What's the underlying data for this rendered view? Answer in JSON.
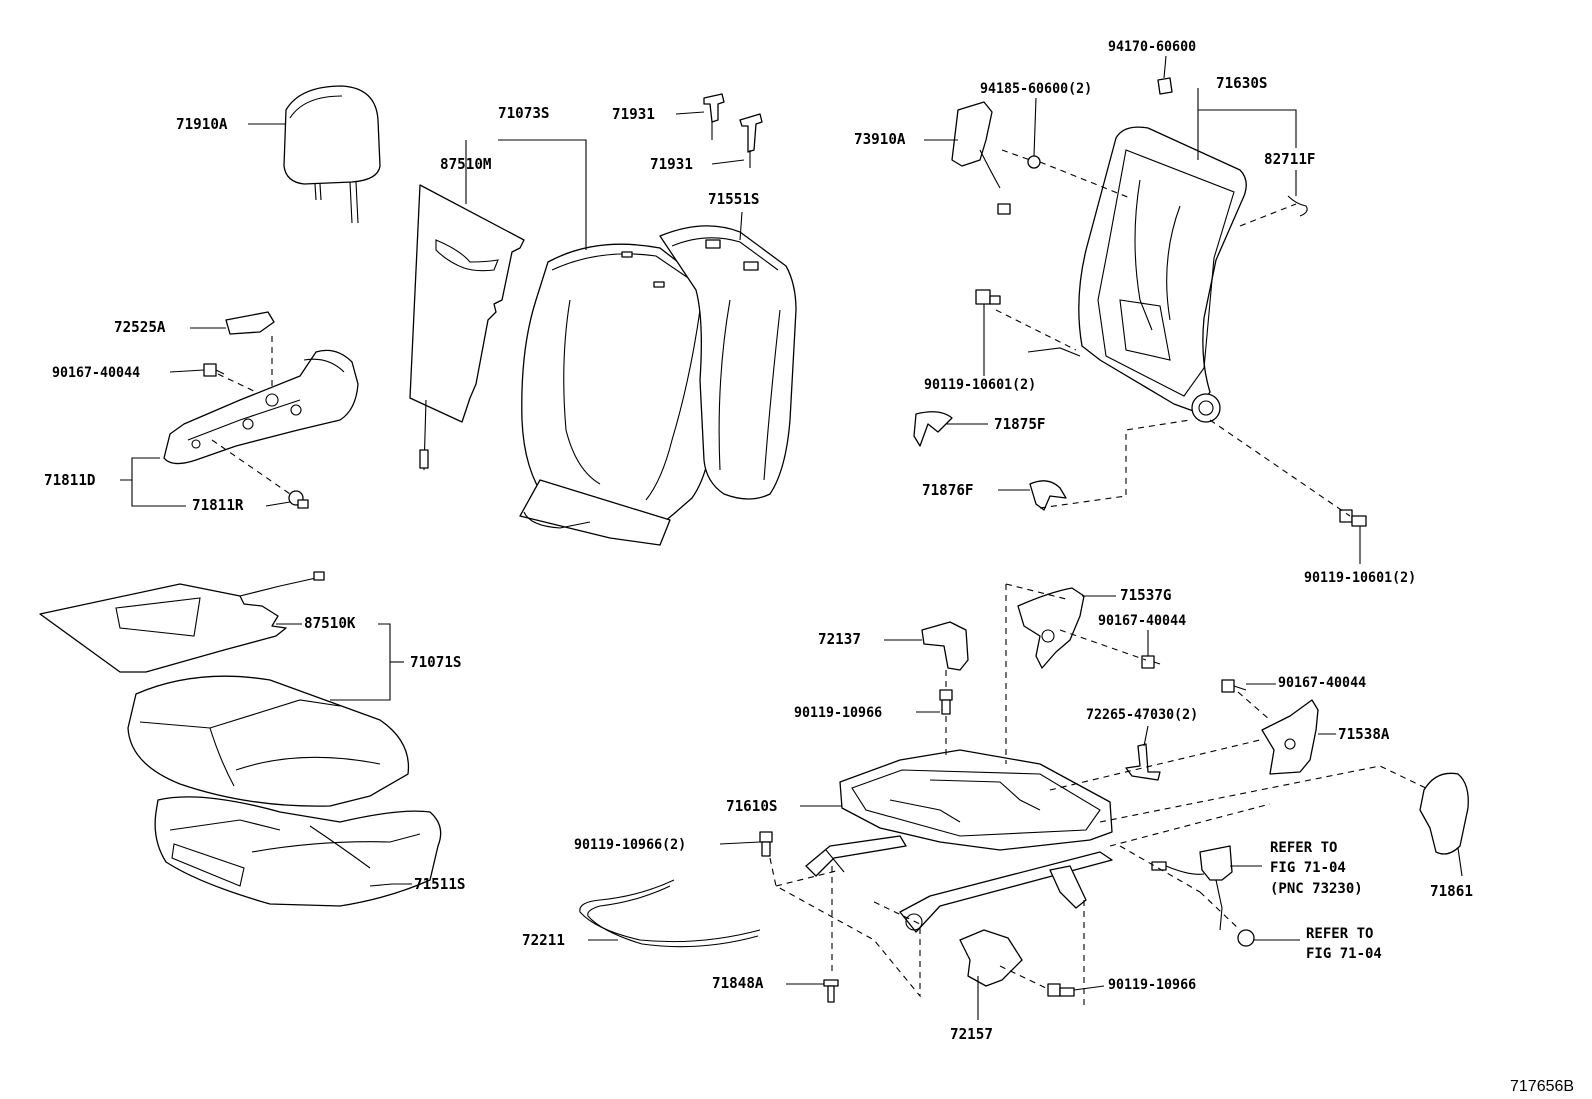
{
  "figure_id": "717656B",
  "labels": {
    "p71910A": "71910A",
    "p71073S": "71073S",
    "p87510M": "87510M",
    "p71931a": "71931",
    "p71931b": "71931",
    "p71551S": "71551S",
    "p72525A": "72525A",
    "p90167_40044_a": "90167-40044",
    "p71811D": "71811D",
    "p71811R": "71811R",
    "p87510K": "87510K",
    "p71071S": "71071S",
    "p71511S": "71511S",
    "p94170_60600": "94170-60600",
    "p94185_60600": "94185-60600(2)",
    "p71630S": "71630S",
    "p73910A": "73910A",
    "p82711F": "82711F",
    "p90119_10601_a": "90119-10601(2)",
    "p71875F": "71875F",
    "p71876F": "71876F",
    "p90119_10601_b": "90119-10601(2)",
    "p71537G": "71537G",
    "p90167_40044_b": "90167-40044",
    "p72137": "72137",
    "p90119_10966_a": "90119-10966",
    "p90167_40044_c": "90167-40044",
    "p72265_47030": "72265-47030(2)",
    "p71538A": "71538A",
    "p71610S": "71610S",
    "p90119_10966_b": "90119-10966(2)",
    "p72211": "72211",
    "p71848A": "71848A",
    "p72157": "72157",
    "p90119_10966_c": "90119-10966",
    "p71861": "71861"
  },
  "notes": {
    "refer_a": [
      "REFER TO",
      "FIG 71-04",
      "(PNC 73230)"
    ],
    "refer_b": [
      "REFER TO",
      "FIG 71-04"
    ]
  }
}
